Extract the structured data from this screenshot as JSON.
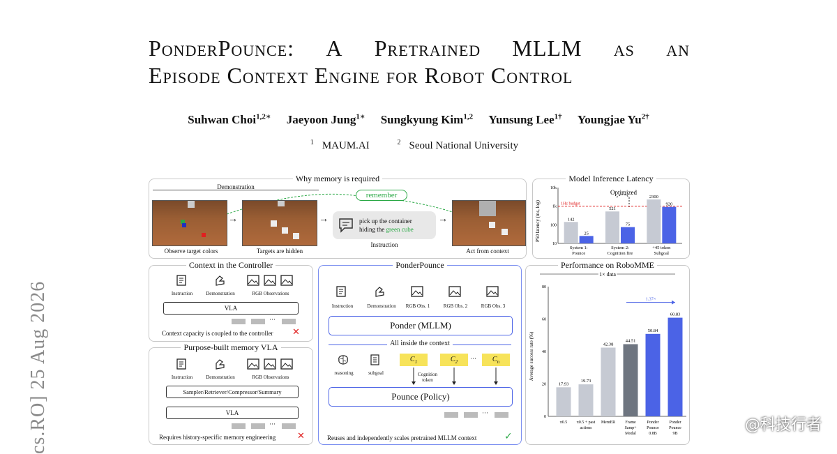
{
  "paper": {
    "title_line1_words": [
      "PonderPounce:",
      "A",
      "Pretrained",
      "MLLM",
      "as",
      "an"
    ],
    "title_line2": "Episode Context Engine for Robot Control",
    "authors": [
      {
        "name": "Suhwan Choi",
        "sup": "1,2∗"
      },
      {
        "name": "Jaeyoon Jung",
        "sup": "1∗"
      },
      {
        "name": "Sungkyung Kim",
        "sup": "1,2"
      },
      {
        "name": "Yunsung Lee",
        "sup": "1†"
      },
      {
        "name": "Youngjae Yu",
        "sup": "2†"
      }
    ],
    "affiliations": [
      {
        "sup": "1",
        "name": "MAUM.AI"
      },
      {
        "sup": "2",
        "name": "Seoul National University"
      }
    ],
    "arxiv_stamp": "cs.RO]  25 Aug 2026"
  },
  "figure": {
    "why": {
      "title": "Why memory is required",
      "demonstration": "Demonstration",
      "remember": "remember",
      "instruction_text_1": "pick up the container",
      "instruction_text_2a": "hiding the ",
      "instruction_text_2b": "green cube",
      "captions": [
        "Observe target colors",
        "Targets are hidden",
        "Instruction",
        "Act from context"
      ],
      "green_color": "#2aa845"
    },
    "context": {
      "title": "Context in the Controller",
      "icons": [
        "Instruction",
        "Demonstration",
        "RGB Observations"
      ],
      "vla": "VLA",
      "dots": "···",
      "note": "Context capacity is coupled to the controller",
      "cross": "✕"
    },
    "purpose": {
      "title": "Purpose-built memory VLA",
      "icons": [
        "Instruction",
        "Demonstration",
        "RGB Observations"
      ],
      "modules": "Sampler/Retriever/Compressor/Summary",
      "vla": "VLA",
      "dots": "···",
      "note": "Requires history-specific memory engineering",
      "cross": "✕"
    },
    "ponder": {
      "title": "PonderPounce",
      "icons": [
        "Instruction",
        "Demonstration",
        "RGB Obs. 1",
        "RGB Obs. 2",
        "RGB Obs. 3"
      ],
      "ponder_box": "Ponder (MLLM)",
      "all_inside": "All inside the context",
      "reasoning": "reasoning",
      "subgoal": "subgoal",
      "c1": "C",
      "c1_sub": "1",
      "c2": "C",
      "c2_sub": "2",
      "cn": "C",
      "cn_sub": "n",
      "cognition_token_1": "Cognition",
      "cognition_token_2": "token",
      "dots": "···",
      "pounce_box": "Pounce (Policy)",
      "note": "Reuses and independently scales pretrained MLLM context",
      "check": "✓",
      "accent": "#4b63e6"
    },
    "latency": {
      "title": "Model Inference Latency",
      "ylabel": "P50 latency (ms, log)",
      "optimized": "Optimized",
      "budget_label": "1Hz budget",
      "yticks": [
        "10k",
        "1k",
        "100",
        "10"
      ],
      "colors": {
        "grey": "#c6cad3",
        "blue": "#4b63e6",
        "budget": "#e02020"
      },
      "groups": [
        {
          "label_1": "System 1:",
          "label_2": "Pounce"
        },
        {
          "label_1": "System 2:",
          "label_2": "Cognition fire"
        },
        {
          "label_1": "+45 token",
          "label_2": "Subgoal"
        }
      ]
    },
    "robommE": {
      "title": "Performance on RoboMME",
      "subtitle": "1× data",
      "ylabel": "Average success rate (%)",
      "speedup": "1.37×",
      "yticks": [
        "80",
        "60",
        "40",
        "20",
        "0"
      ]
    }
  },
  "chart_data": [
    {
      "type": "bar",
      "title": "Model Inference Latency",
      "ylabel": "P50 latency (ms, log)",
      "yscale": "log",
      "ylim": [
        10,
        10000
      ],
      "budget": 1000,
      "bars": [
        {
          "group": 0,
          "value": 142,
          "label": "142",
          "color": "grey"
        },
        {
          "group": 0,
          "value": 25,
          "label": "25",
          "color": "blue"
        },
        {
          "group": 1,
          "value": 521,
          "label": "521",
          "color": "grey"
        },
        {
          "group": 1,
          "value": 75,
          "label": "75",
          "color": "blue"
        },
        {
          "group": 2,
          "value": 2300,
          "label": "2300",
          "color": "grey"
        },
        {
          "group": 2,
          "value": 920,
          "label": "920",
          "color": "blue"
        }
      ]
    },
    {
      "type": "bar",
      "title": "Performance on RoboMME",
      "ylabel": "Average success rate (%)",
      "ylim": [
        0,
        80
      ],
      "categories": [
        [
          "π0.5"
        ],
        [
          "π0.5 + past",
          "actions"
        ],
        [
          "MemER"
        ],
        [
          "Frame",
          "Samp+",
          "Modal"
        ],
        [
          "Ponder",
          "Pounce",
          "0.8B"
        ],
        [
          "Ponder",
          "Pounce",
          "9B"
        ]
      ],
      "values": [
        17.93,
        19.73,
        42.38,
        44.51,
        50.84,
        60.83
      ],
      "labels": [
        "17.93",
        "19.73",
        "42.38",
        "44.51",
        "50.84",
        "60.83"
      ],
      "colors": [
        "#c6cad3",
        "#c6cad3",
        "#c6cad3",
        "#6e7580",
        "#4b63e6",
        "#4b63e6"
      ]
    }
  ],
  "watermark": "@科技行者"
}
